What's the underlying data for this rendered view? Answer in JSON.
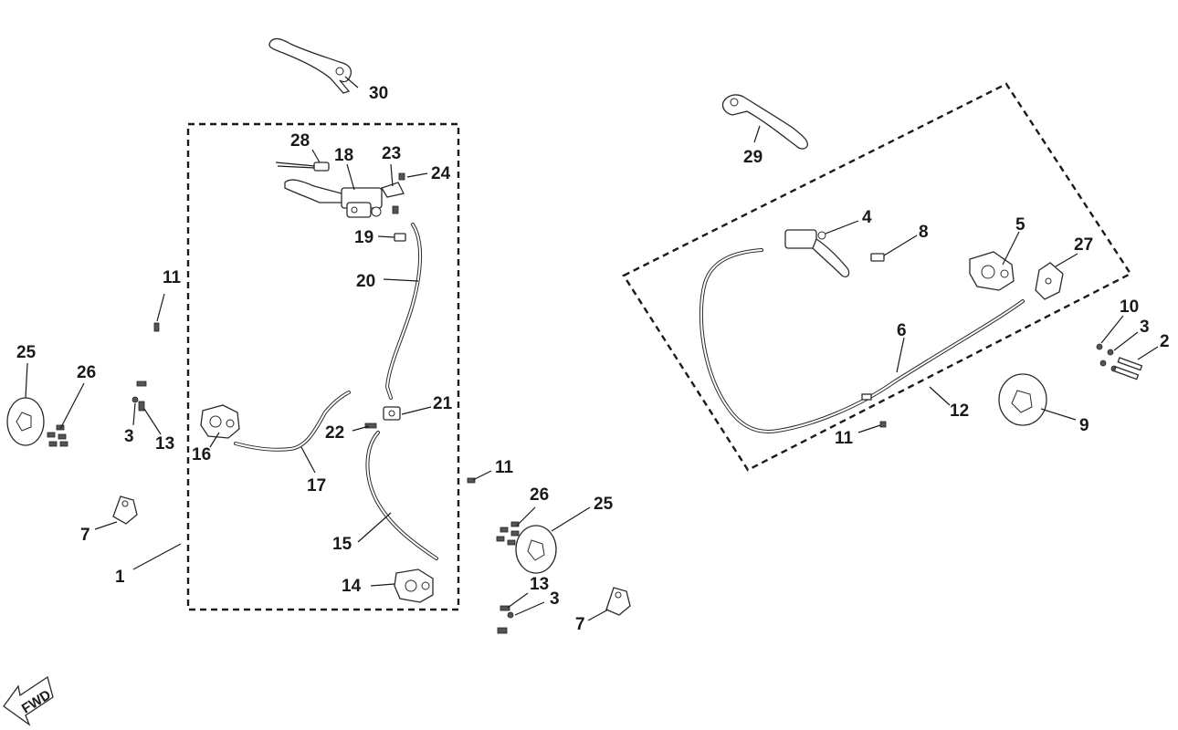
{
  "diagram": {
    "callouts": {
      "c1": "1",
      "c2": "2",
      "c3a": "3",
      "c3b": "3",
      "c3c": "3",
      "c4": "4",
      "c5": "5",
      "c6": "6",
      "c7a": "7",
      "c7b": "7",
      "c8": "8",
      "c9": "9",
      "c10": "10",
      "c11a": "11",
      "c11b": "11",
      "c11c": "11",
      "c12": "12",
      "c13a": "13",
      "c13b": "13",
      "c14": "14",
      "c15": "15",
      "c16": "16",
      "c17": "17",
      "c18": "18",
      "c19": "19",
      "c20": "20",
      "c21": "21",
      "c22": "22",
      "c23": "23",
      "c24": "24",
      "c25a": "25",
      "c25b": "25",
      "c26a": "26",
      "c26b": "26",
      "c27": "27",
      "c28": "28",
      "c29": "29",
      "c30": "30"
    },
    "forward_arrow": "FWD"
  }
}
